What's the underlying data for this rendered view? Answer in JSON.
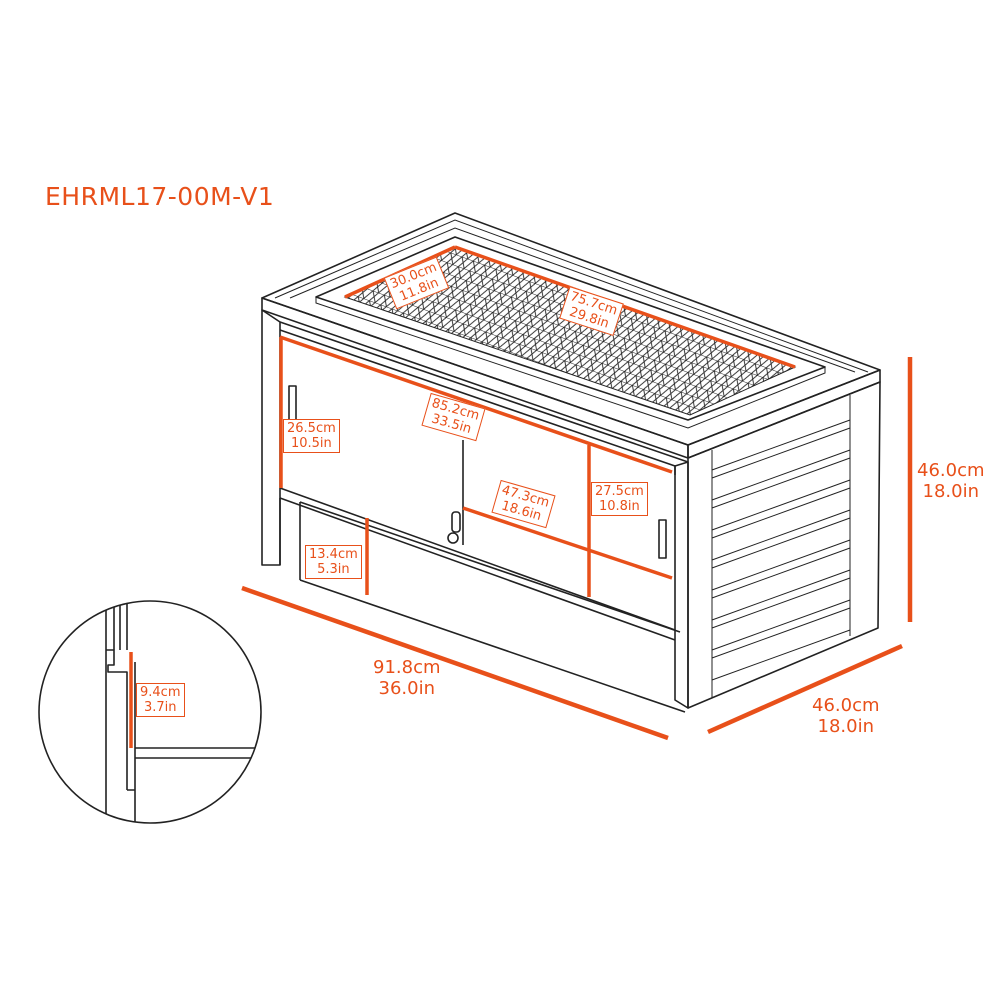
{
  "model_code": "EHRML17-00M-V1",
  "colors": {
    "accent": "#e8501a",
    "line": "#222222"
  },
  "dimensions": {
    "mesh_depth": {
      "cm": "30.0cm",
      "in": "11.8in"
    },
    "mesh_width": {
      "cm": "75.7cm",
      "in": "29.8in"
    },
    "door_width": {
      "cm": "85.2cm",
      "in": "33.5in"
    },
    "door_height_left": {
      "cm": "26.5cm",
      "in": "10.5in"
    },
    "door_panel_width": {
      "cm": "47.3cm",
      "in": "18.6in"
    },
    "door_height_right": {
      "cm": "27.5cm",
      "in": "10.8in"
    },
    "base_height": {
      "cm": "13.4cm",
      "in": "5.3in"
    },
    "overall_width": {
      "cm": "91.8cm",
      "in": "36.0in"
    },
    "overall_height": {
      "cm": "46.0cm",
      "in": "18.0in"
    },
    "overall_depth": {
      "cm": "46.0cm",
      "in": "18.0in"
    },
    "track_height": {
      "cm": "9.4cm",
      "in": "3.7in"
    }
  }
}
